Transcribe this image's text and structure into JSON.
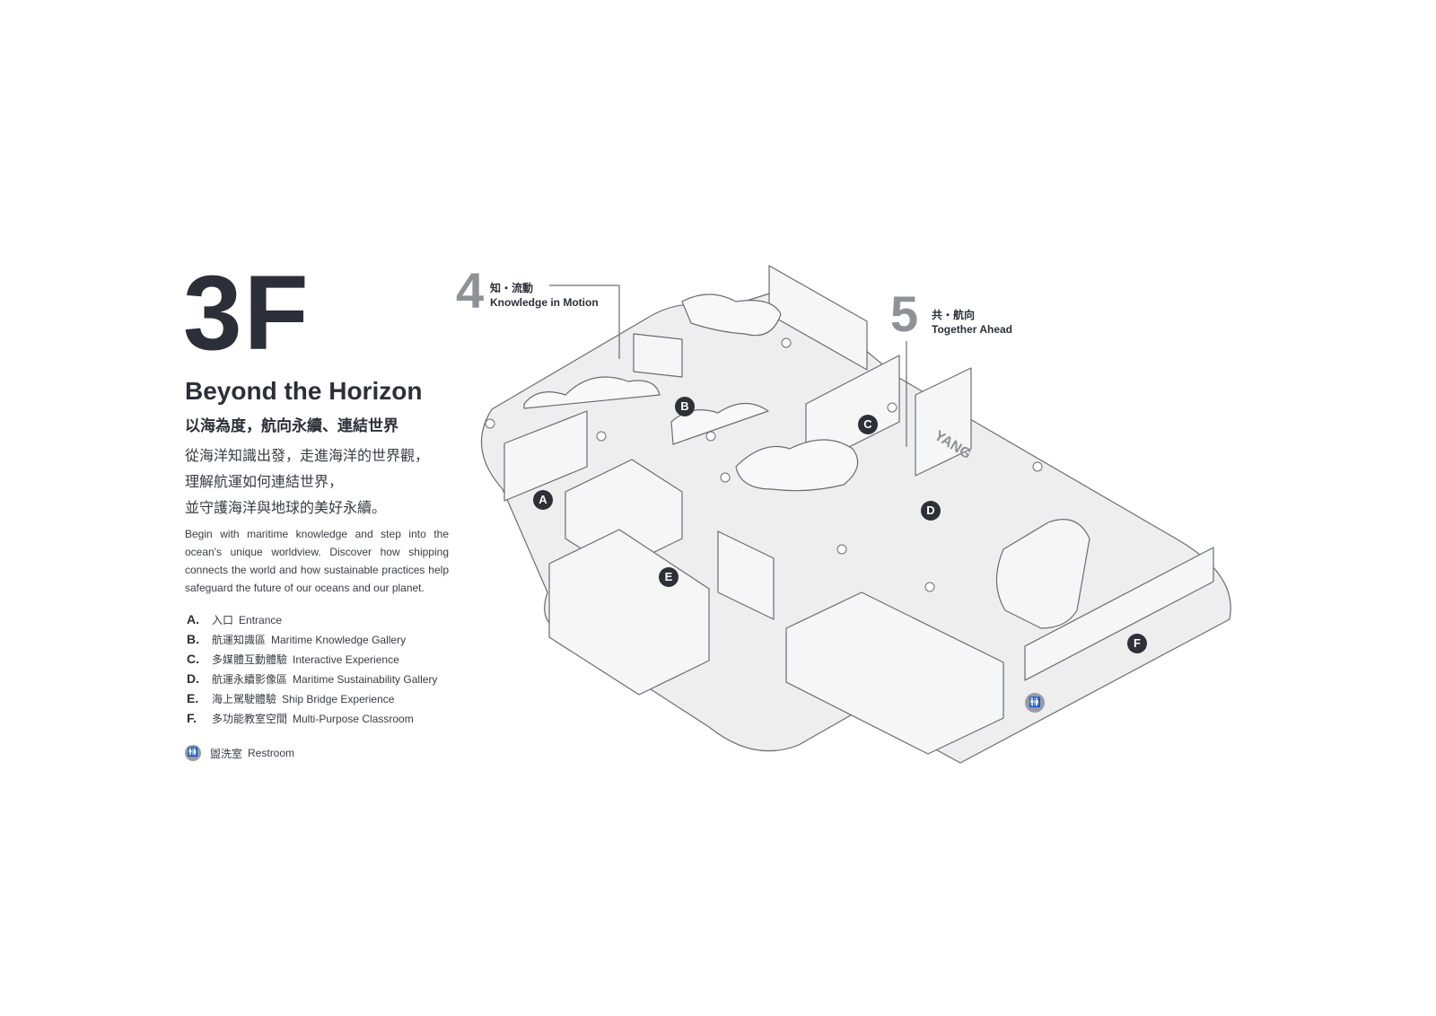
{
  "floor": "3F",
  "title_en": "Beyond the Horizon",
  "title_zh": "以海為度，航向永續、連結世界",
  "intro_zh": [
    "從海洋知識出發，走進海洋的世界觀，",
    "理解航運如何連結世界，",
    "並守護海洋與地球的美好永續。"
  ],
  "intro_en": "Begin with maritime knowledge and step into the ocean's unique worldview. Discover how shipping connects the world and how sustainable practices help safeguard the future of our oceans and our planet.",
  "legend": [
    {
      "letter": "A.",
      "zh": "入口",
      "en": "Entrance"
    },
    {
      "letter": "B.",
      "zh": "航運知識區",
      "en": "Maritime Knowledge Gallery"
    },
    {
      "letter": "C.",
      "zh": "多媒體互動體驗",
      "en": "Interactive Experience"
    },
    {
      "letter": "D.",
      "zh": "航運永續影像區",
      "en": "Maritime Sustainability Gallery"
    },
    {
      "letter": "E.",
      "zh": "海上駕駛體驗",
      "en": "Ship Bridge Experience"
    },
    {
      "letter": "F.",
      "zh": "多功能教室空間",
      "en": "Multi-Purpose Classroom"
    }
  ],
  "restroom": {
    "zh": "盥洗室",
    "en": "Restroom",
    "icon": "restroom-icon"
  },
  "zones": [
    {
      "num": "4",
      "zh": "知・流動",
      "en": "Knowledge in Motion"
    },
    {
      "num": "5",
      "zh": "共・航向",
      "en": "Together Ahead"
    }
  ],
  "markers": [
    "A",
    "B",
    "C",
    "D",
    "E",
    "F"
  ],
  "wall_sign": "YANG",
  "colors": {
    "dark": "#2e3038",
    "floor": "#eeeeef",
    "line": "#6b6d73",
    "gray_num": "#8f9197"
  }
}
